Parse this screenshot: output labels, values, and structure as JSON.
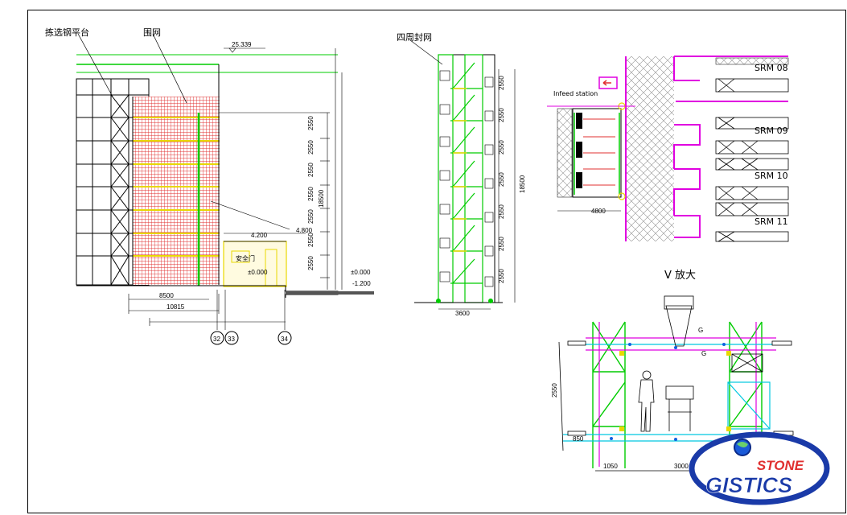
{
  "labels": {
    "platform": "拣选钢平台",
    "fence_net": "围网",
    "perimeter_net": "四周封网",
    "infeed": "Infeed station",
    "v_zoom": "V 放大",
    "elev_top": "25.339",
    "elev_4800": "4.800",
    "elev_4200": "4.200",
    "elev_0a": "±0.000",
    "elev_0b": "±0.000",
    "elev_neg": "-1.200",
    "gate_text": "安全门",
    "g1": "G",
    "g2": "G",
    "dim_4800": "4800"
  },
  "left_dims": {
    "vertical": [
      "2550",
      "2550",
      "2550",
      "2550",
      "2550",
      "2550",
      "2550"
    ],
    "total": "18500",
    "bottom_a": "8500",
    "bottom_b": "10815",
    "grids": [
      "32",
      "33",
      "34"
    ]
  },
  "mid_dims": {
    "vertical": [
      "2550",
      "2550",
      "2550",
      "2550",
      "2550",
      "2550",
      "2550"
    ],
    "total": "18500",
    "width": "3600"
  },
  "srm": [
    "SRM 08",
    "SRM 09",
    "SRM 10",
    "SRM 11"
  ],
  "detail_dims": {
    "bottom_a": "1050",
    "bottom_b": "3000",
    "side": "2550",
    "left_small": "850"
  },
  "logo": {
    "top": "STONE",
    "bottom": "GISTICS"
  },
  "colors": {
    "green": "#00cc00",
    "red": "#e03030",
    "magenta": "#e000e0",
    "cyan": "#00c8e0",
    "blue": "#1060e0"
  }
}
